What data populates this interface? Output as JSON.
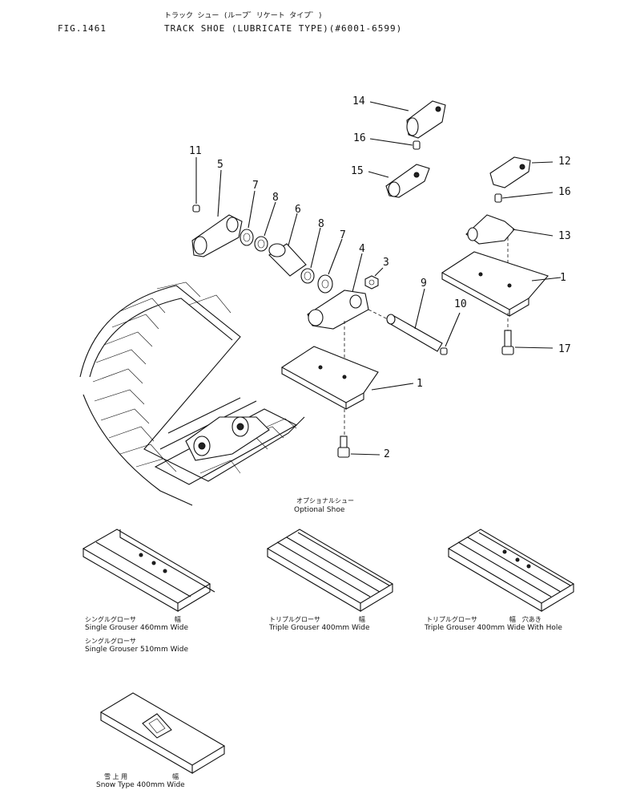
{
  "header": {
    "fig_label": "FIG.1461",
    "title_jp": "トラック シュー (ループ゛リケート タイプ゛)",
    "title_en": "TRACK SHOE (LUBRICATE TYPE)(#6001-6599)"
  },
  "callouts": [
    "14",
    "16",
    "15",
    "11",
    "5",
    "7",
    "8",
    "6",
    "8",
    "7",
    "4",
    "3",
    "9",
    "10",
    "12",
    "16",
    "13",
    "1",
    "17",
    "1",
    "2"
  ],
  "optional": {
    "jp": "オプショナルシュー",
    "en": "Optional Shoe"
  },
  "variants": [
    {
      "jp": "シングルグローサ　　　　　　幅",
      "en": "Single Grouser 460mm Wide"
    },
    {
      "jp": "シングルグローサ",
      "en": "Single Grouser 510mm Wide"
    },
    {
      "jp": "トリプルグローサ　　　　　　幅",
      "en": "Triple Grouser 400mm Wide"
    },
    {
      "jp": "トリプルグローサ　　　　　幅　穴あき",
      "en": "Triple Grouser 400mm Wide With Hole"
    },
    {
      "jp": "雪 上 用　　　　　　　幅",
      "en": "Snow Type 400mm Wide"
    }
  ]
}
